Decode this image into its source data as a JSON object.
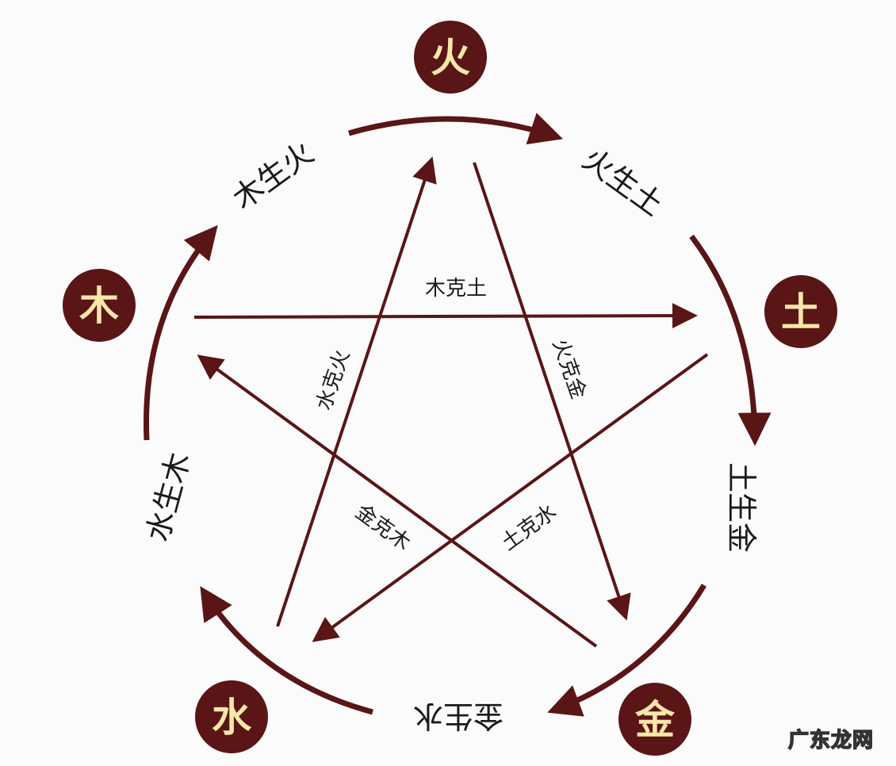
{
  "elements": {
    "fire": "火",
    "earth": "土",
    "metal": "金",
    "water": "水",
    "wood": "木"
  },
  "generating": {
    "wood_fire": "木生火",
    "fire_earth": "火生土",
    "earth_metal": "土生金",
    "metal_water": "金生水",
    "water_wood": "水生木"
  },
  "controlling": {
    "wood_earth": "木克土",
    "fire_metal": "火克金",
    "metal_wood": "金克木",
    "water_fire": "水克火",
    "earth_water": "土克水"
  },
  "watermark": "广东龙网",
  "colors": {
    "node_fill": "#5a1517",
    "node_text": "#f8e7a8",
    "arrow": "#5a1517"
  }
}
